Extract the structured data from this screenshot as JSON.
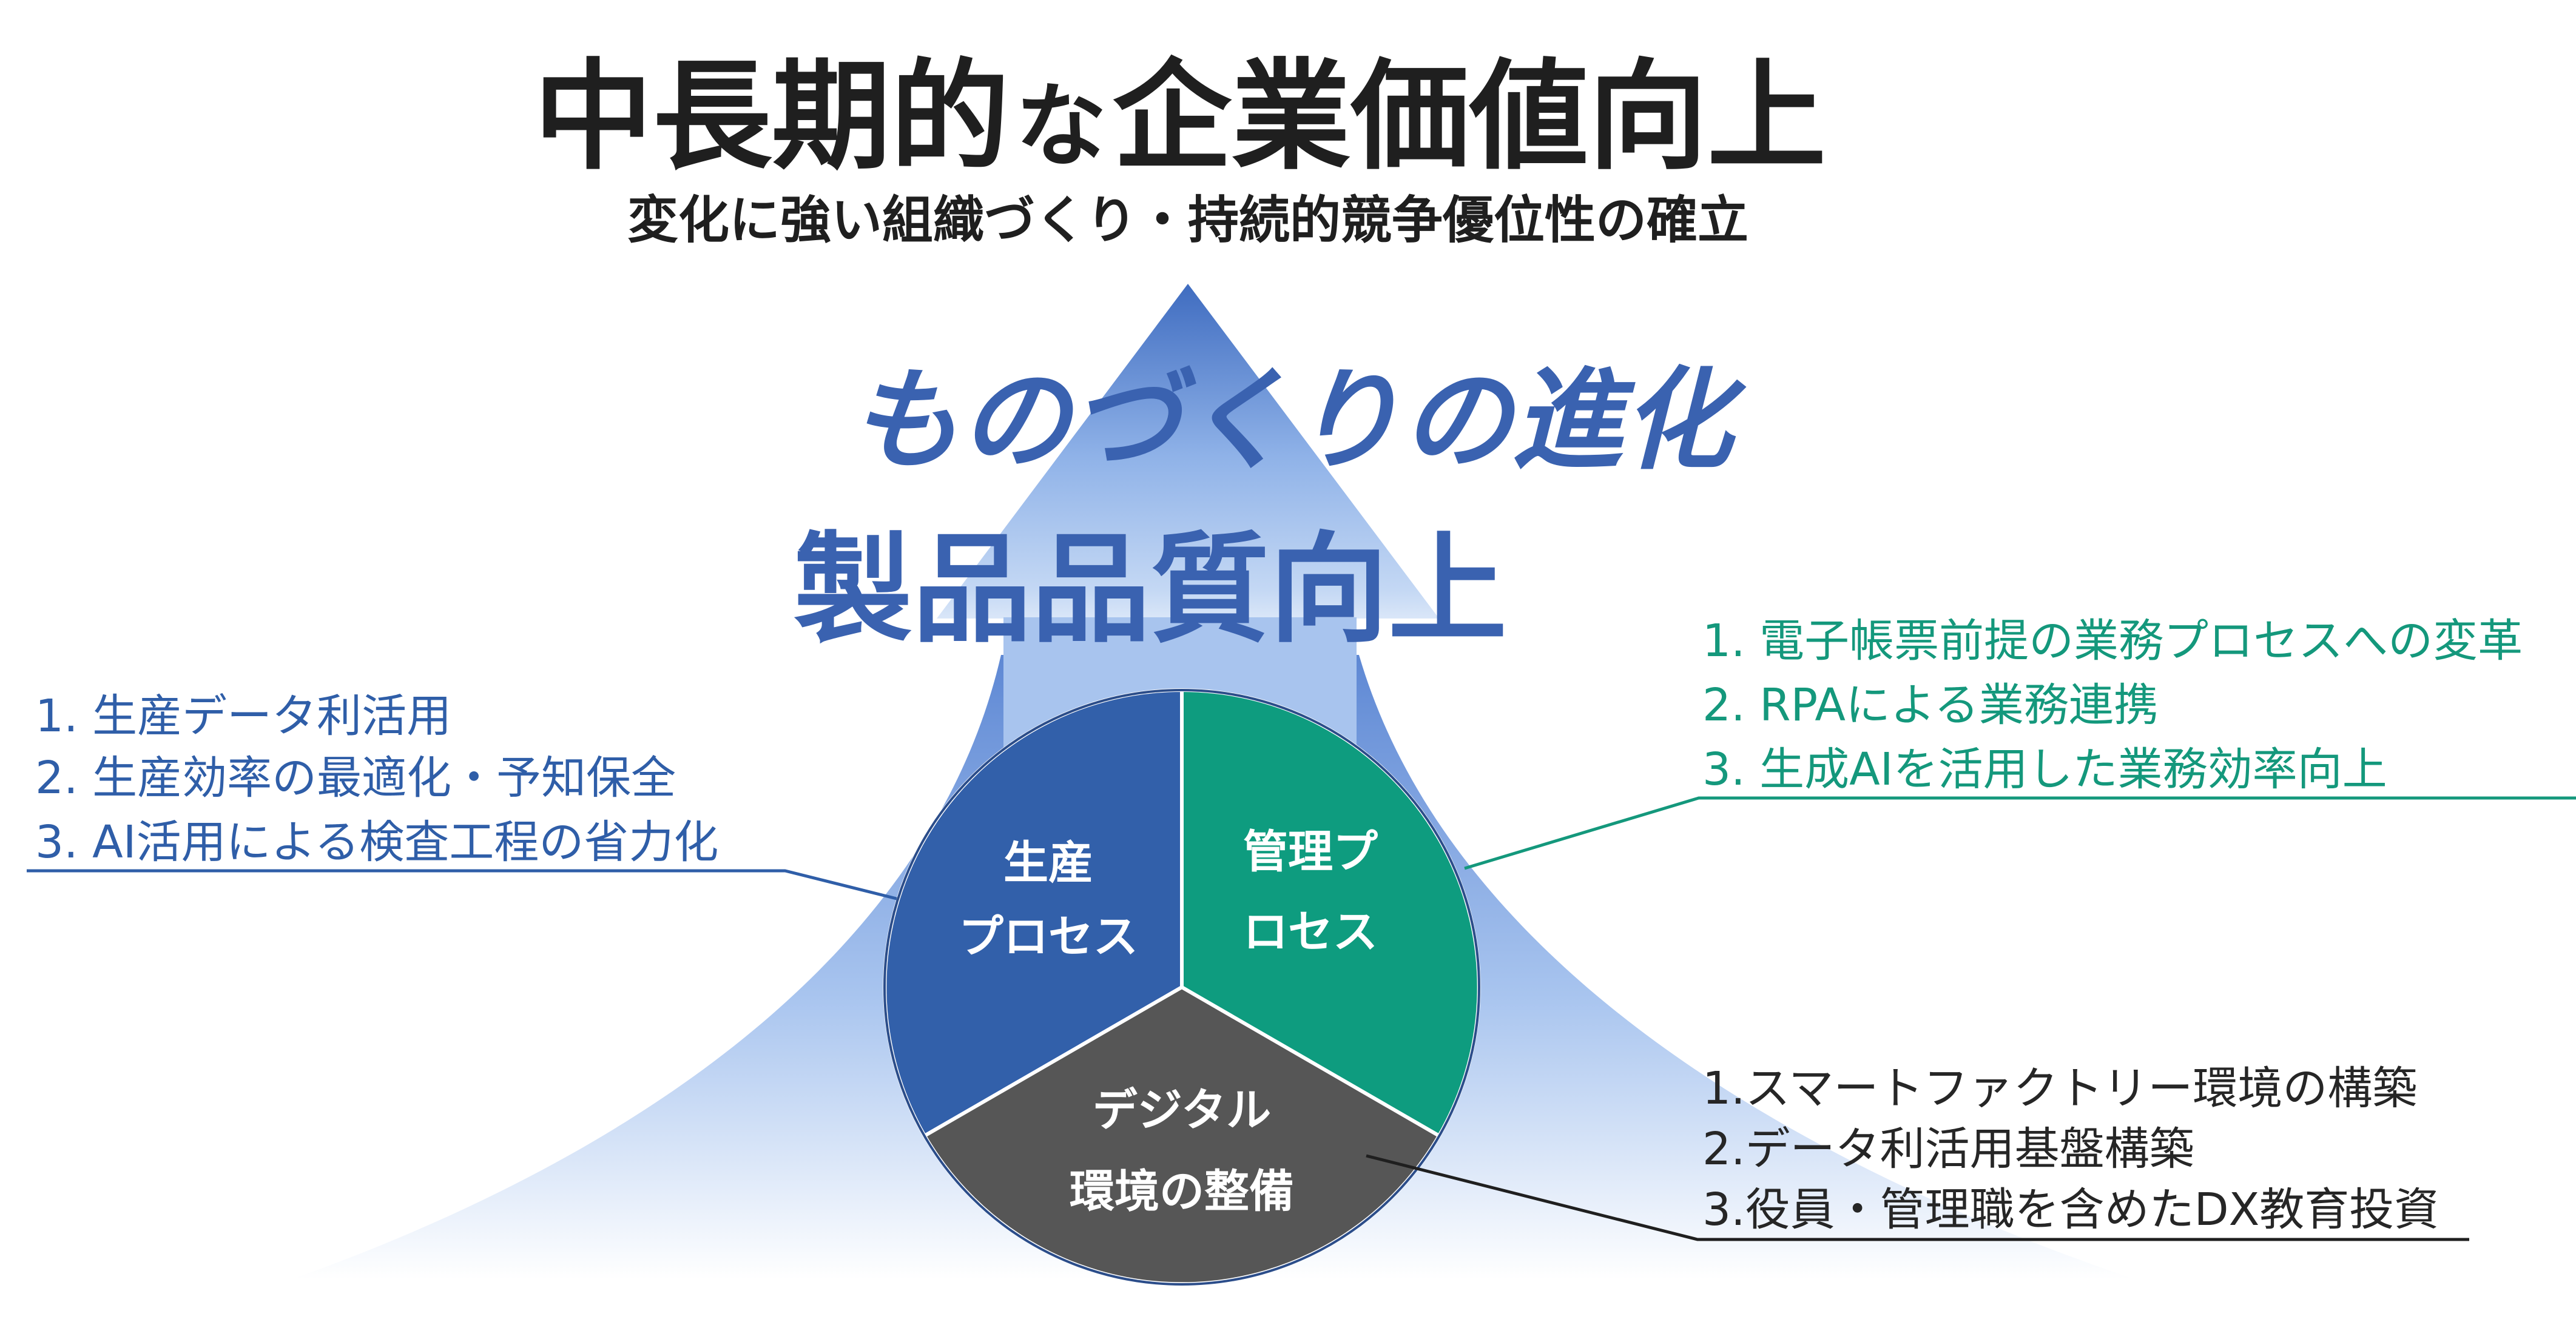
{
  "header": {
    "title_part1": "中長期的",
    "title_small": "な",
    "title_part2": "企業価値向上",
    "subtitle": "変化に強い組織づくり・持続的競争優位性の確立"
  },
  "arrow": {
    "evolution_label": "ものづくりの進化",
    "quality_label": "製品品質向上"
  },
  "circle": {
    "production": {
      "line1": "生産",
      "line2": "プロセス",
      "color": "#3260aa"
    },
    "management": {
      "line1": "管理プ",
      "line2": "ロセス",
      "color": "#0e9c7f"
    },
    "digital": {
      "line1": "デジタル",
      "line2": "環境の整備",
      "color": "#565656"
    }
  },
  "lists": {
    "left": [
      "1.  生産データ利活用",
      "2.  生産効率の最適化・予知保全",
      "3.  AI活用による検査工程の省力化"
    ],
    "right": [
      "1.  電子帳票前提の業務プロセスへの変革",
      "2.  RPAによる業務連携",
      "3.  生成AIを活用した業務効率向上"
    ],
    "bottom": [
      "1.スマートファクトリー環境の構築",
      "2.データ利活用基盤構築",
      "3.役員・管理職を含めたDX教育投資"
    ]
  },
  "colors": {
    "title_text": "#1f1f1f",
    "arrow_text": "#3a62b0",
    "left_list": "#2f5ea8",
    "right_list": "#14987c",
    "bottom_list": "#262626",
    "arrow_top": "#3f6cc0",
    "arrow_bottom": "#ffffff"
  }
}
